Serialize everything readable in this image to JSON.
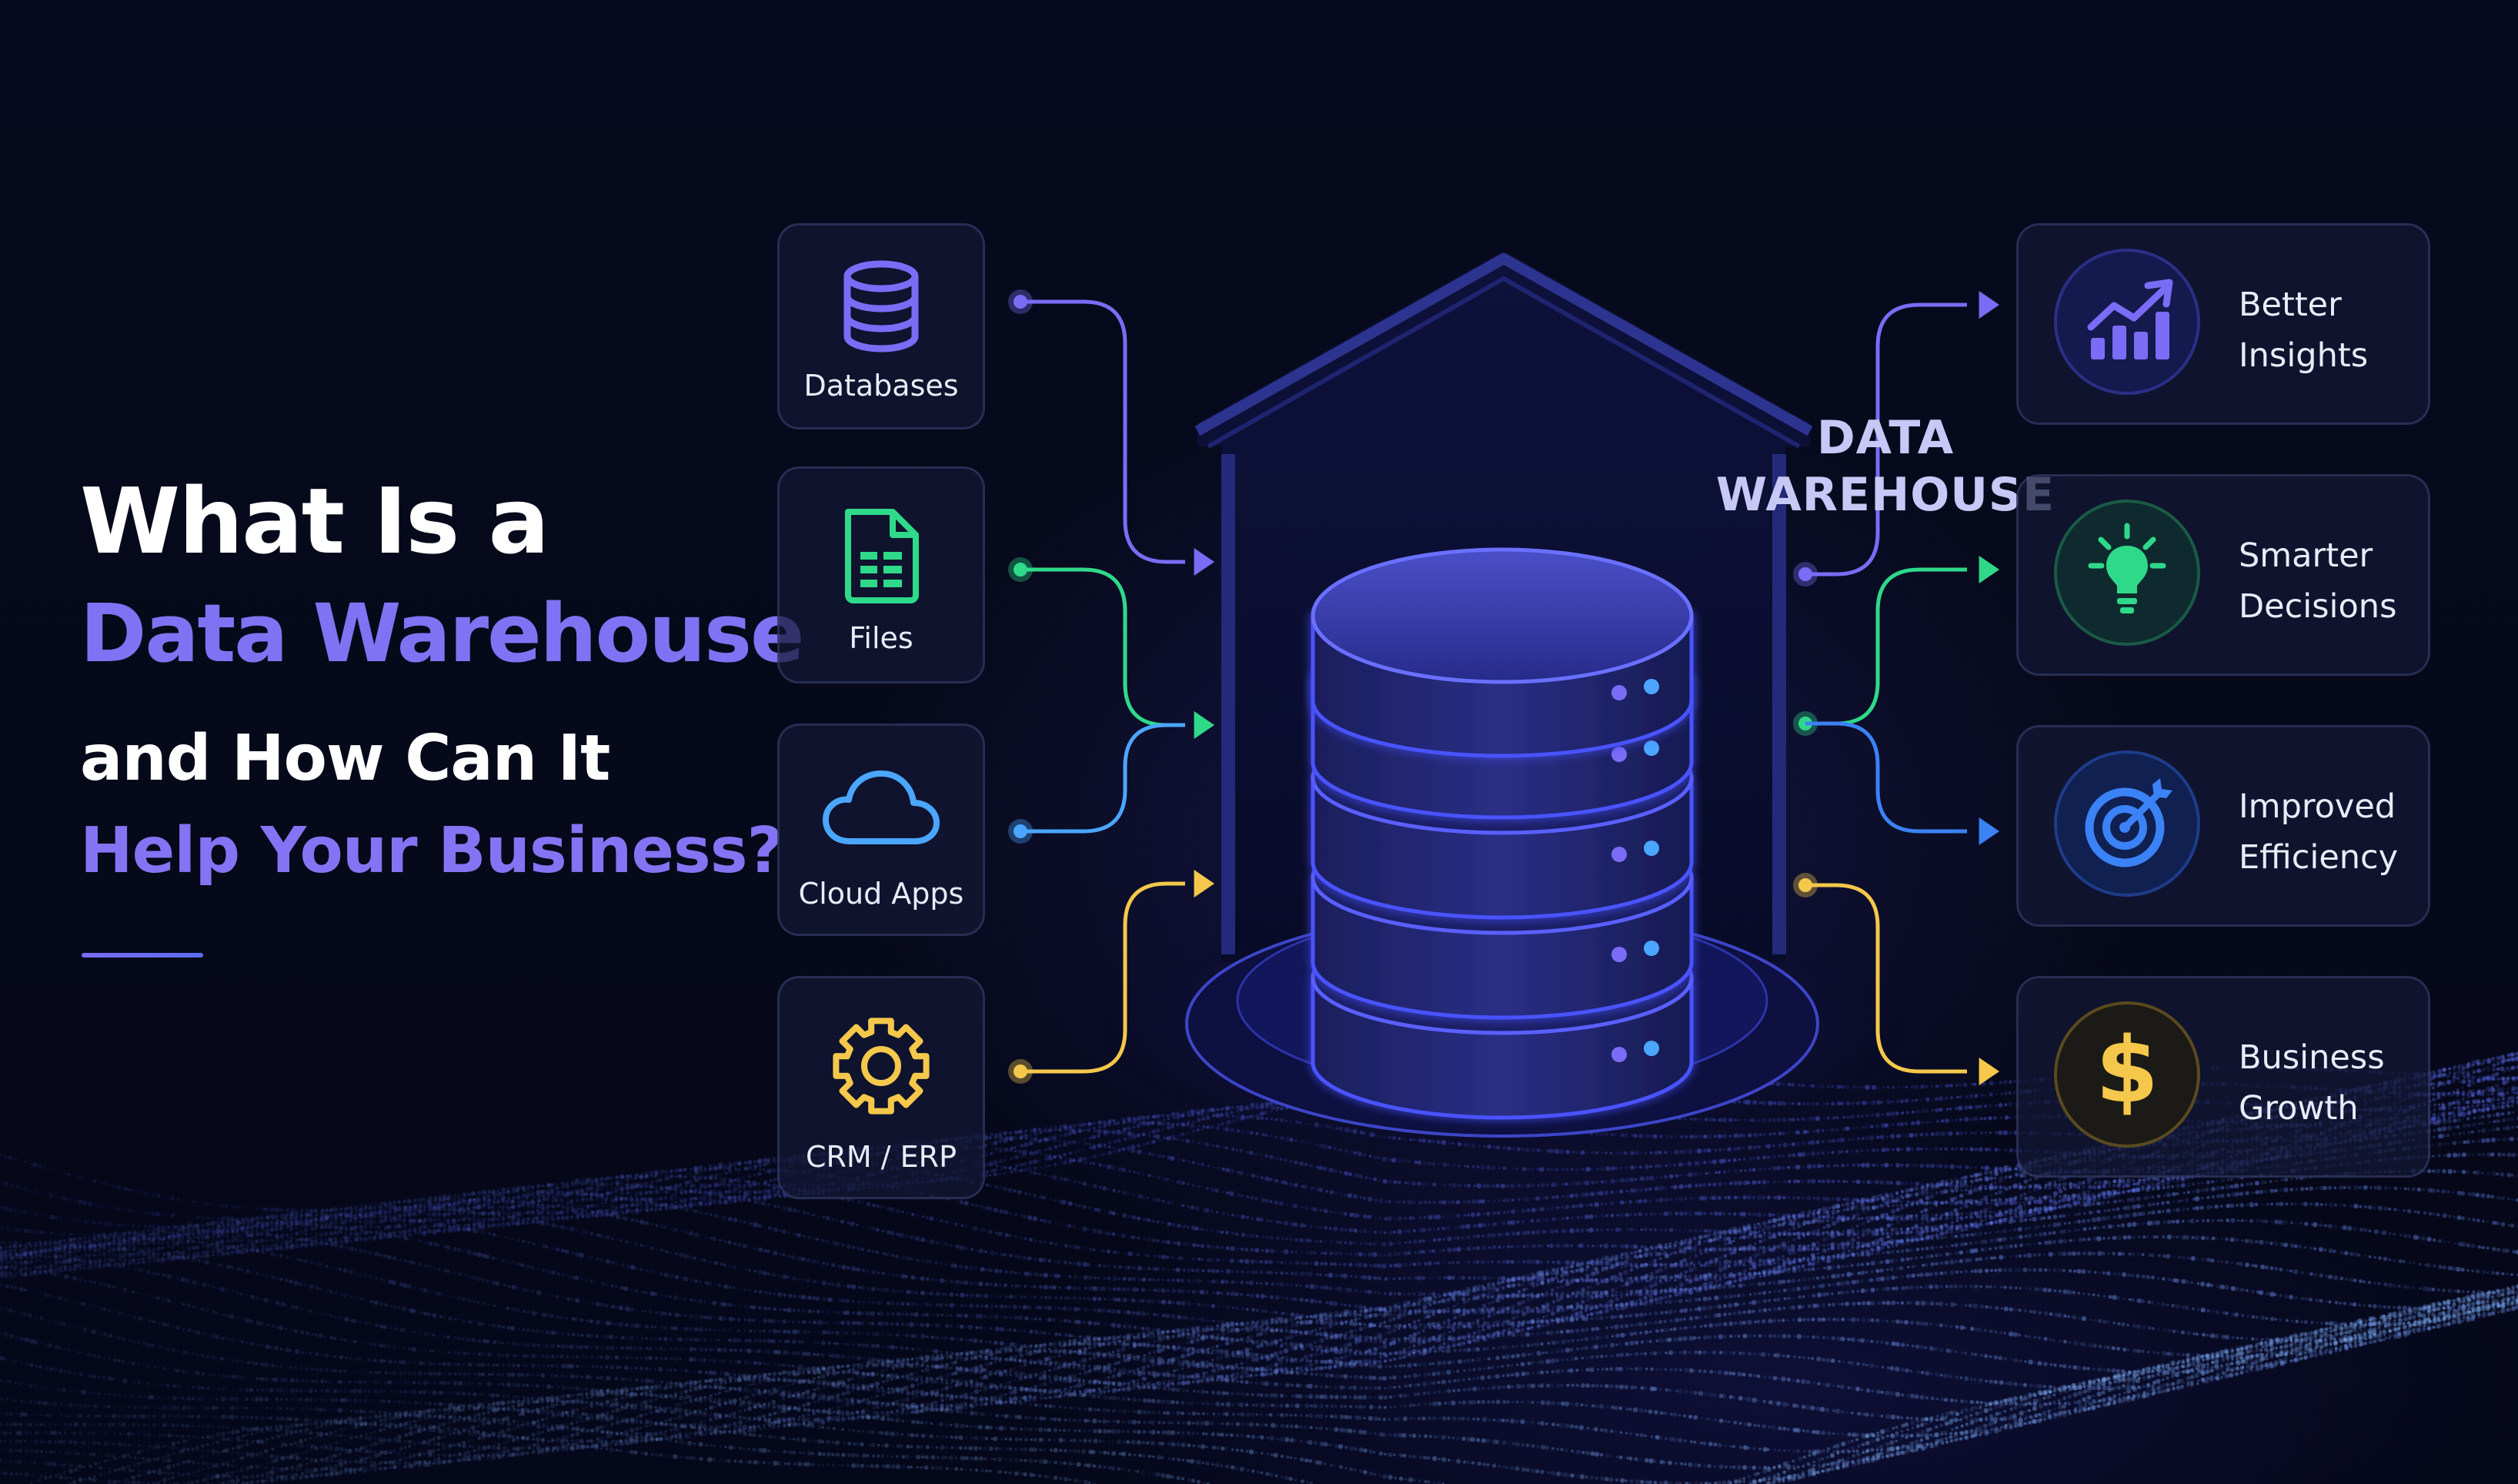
{
  "headline": {
    "line1": "What Is a",
    "line2": "Data Warehouse",
    "line3": "and How Can It",
    "line4": "Help Your Business?"
  },
  "warehouse": {
    "title_line1": "DATA",
    "title_line2": "WAREHOUSE"
  },
  "sources": [
    {
      "label": "Databases",
      "icon": "database-icon",
      "color": "#7b6cf6"
    },
    {
      "label": "Files",
      "icon": "file-spreadsheet-icon",
      "color": "#2fd98a"
    },
    {
      "label": "Cloud Apps",
      "icon": "cloud-icon",
      "color": "#4aa6ff"
    },
    {
      "label": "CRM / ERP",
      "icon": "gear-icon",
      "color": "#f5c84b"
    }
  ],
  "outcomes": [
    {
      "line1": "Better",
      "line2": "Insights",
      "icon": "growth-chart-icon",
      "color": "#7b6cf6"
    },
    {
      "line1": "Smarter",
      "line2": "Decisions",
      "icon": "lightbulb-icon",
      "color": "#2fd98a"
    },
    {
      "line1": "Improved",
      "line2": "Efficiency",
      "icon": "target-icon",
      "color": "#3b82f6"
    },
    {
      "line1": "Business",
      "line2": "Growth",
      "icon": "dollar-icon",
      "color": "#f5c84b"
    }
  ]
}
